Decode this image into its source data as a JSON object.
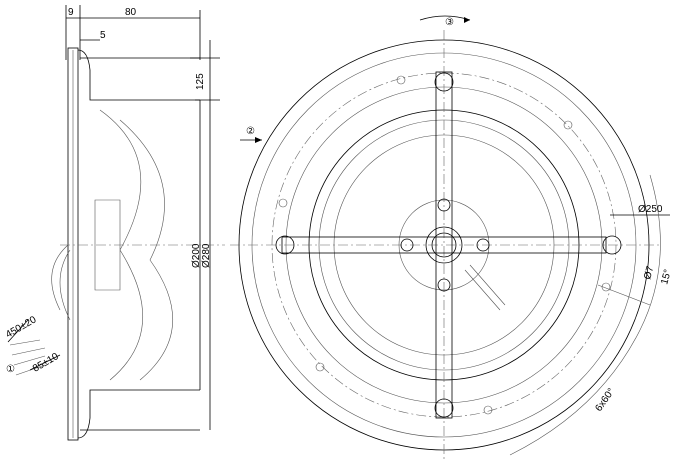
{
  "side_view": {
    "dim_flange": "9",
    "dim_depth": "80",
    "dim_offset": "5",
    "dim_height": "125",
    "dim_dia_inner": "Ø200",
    "dim_dia_outer": "Ø280",
    "dim_cable_length": "450±20",
    "dim_wire_strip": "85±10",
    "callout_cable": "①"
  },
  "front_view": {
    "callout_airflow": "②",
    "callout_rotation": "③",
    "dim_bolt_circle": "Ø250",
    "dim_hole": "Ø7",
    "dim_angle": "15°",
    "dim_pattern": "6x60°"
  }
}
